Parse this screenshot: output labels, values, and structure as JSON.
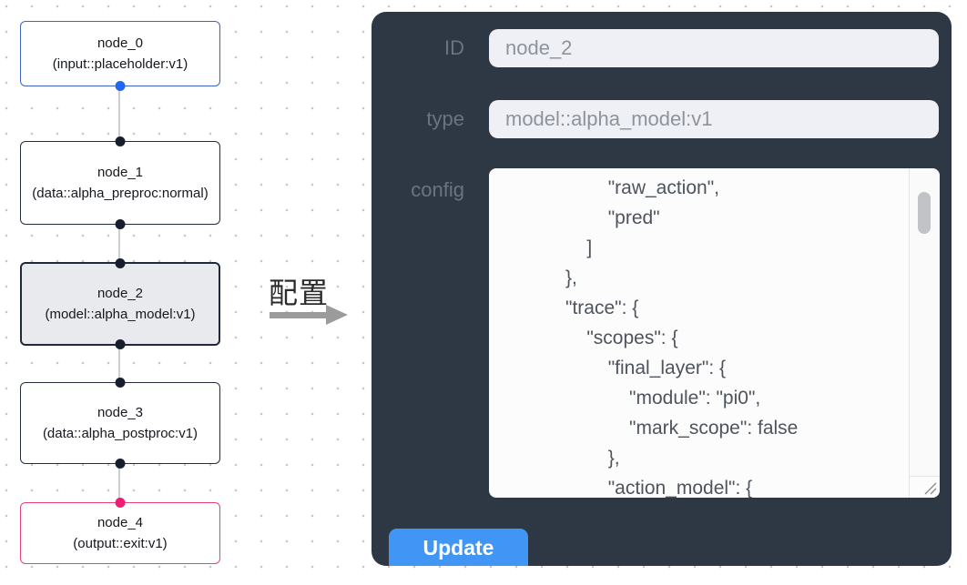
{
  "graph": {
    "nodes": [
      {
        "name": "node_0",
        "type_label": "(input::placeholder:v1)",
        "variant": "input"
      },
      {
        "name": "node_1",
        "type_label": "(data::alpha_preproc:normal)",
        "variant": "default"
      },
      {
        "name": "node_2",
        "type_label": "(model::alpha_model:v1)",
        "variant": "selected"
      },
      {
        "name": "node_3",
        "type_label": "(data::alpha_postproc:v1)",
        "variant": "default"
      },
      {
        "name": "node_4",
        "type_label": "(output::exit:v1)",
        "variant": "output"
      }
    ]
  },
  "transition": {
    "label": "配置"
  },
  "inspector": {
    "id": {
      "label": "ID",
      "value": "node_2"
    },
    "type": {
      "label": "type",
      "value": "model::alpha_model:v1"
    },
    "config": {
      "label": "config",
      "value": "                    \"raw_action\",\n                    \"pred\"\n                ]\n            },\n            \"trace\": {\n                \"scopes\": {\n                    \"final_layer\": {\n                        \"module\": \"pi0\",\n                        \"mark_scope\": false\n                    },\n                    \"action_model\": {"
    },
    "update_button": "Update"
  },
  "colors": {
    "panel_background": "#2e3845",
    "accent_blue": "#4095f5",
    "node_input_border": "#3b64c5",
    "node_output_border": "#e94077",
    "node_default_border": "#252c3c",
    "selected_node_fill": "#e9eaed",
    "port_blue": "#2166f0",
    "port_pink": "#ef1c72",
    "edge_gray": "#cbced3"
  }
}
